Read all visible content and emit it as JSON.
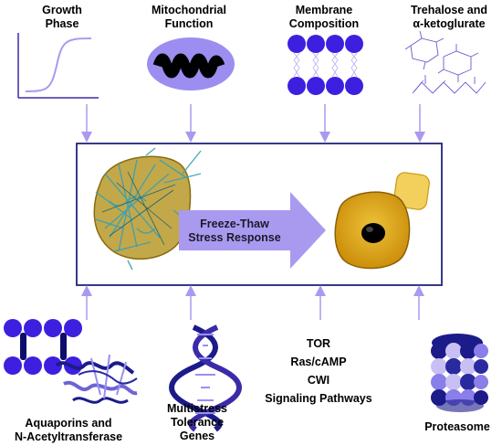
{
  "top_labels": {
    "growth_phase": [
      "Growth",
      "Phase"
    ],
    "mitochondrial_function": [
      "Mitochondrial",
      "Function"
    ],
    "membrane_composition": [
      "Membrane",
      "Composition"
    ],
    "trehalose": [
      "Trehalose and",
      "α-ketoglurate"
    ]
  },
  "center": {
    "arrow_label": [
      "Freeze-Thaw",
      "Stress Response"
    ]
  },
  "bottom_labels": {
    "aquaporins": [
      "Aquaporins and",
      "N-Acetyltransferase"
    ],
    "multistress": [
      "Multistress",
      "Tolerance",
      "Genes"
    ],
    "signaling": [
      "TOR",
      "Ras/cAMP",
      "CWI",
      "Signaling Pathways"
    ],
    "proteasome": [
      "Proteasome"
    ]
  },
  "colors": {
    "arrow": "#a99af0",
    "border": "#23237a",
    "membrane": "#3d1fe0",
    "cell_gold": "#e3a70f",
    "bud": "#f3cf5c",
    "dna": "#1b1b8a"
  }
}
